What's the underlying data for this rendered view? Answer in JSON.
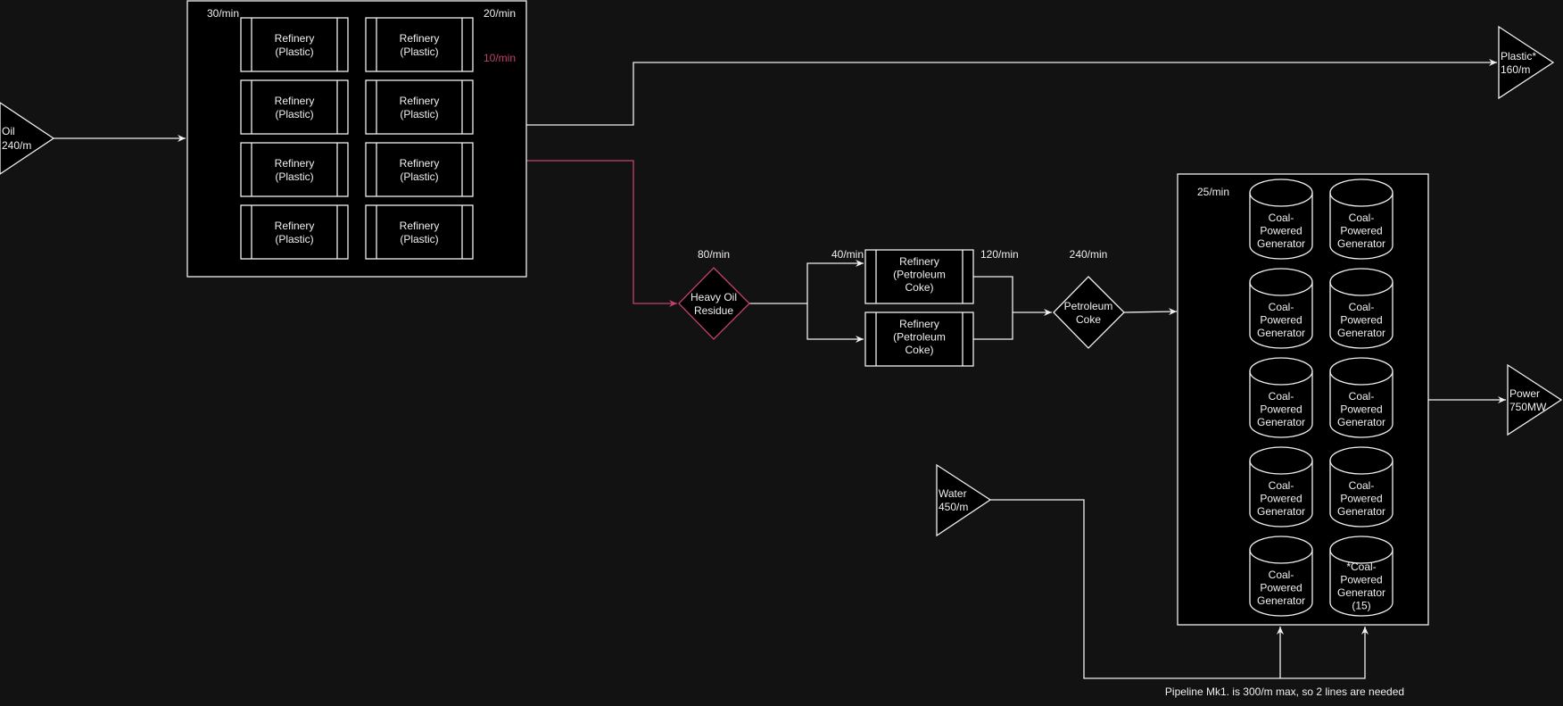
{
  "colors": {
    "background": "#121213",
    "node_fill": "#000000",
    "line": "#f0f0f0",
    "accent_pink": "#c2416e"
  },
  "inputs": {
    "oil": {
      "label": "Oil",
      "rate": "240/m"
    },
    "water": {
      "label": "Water",
      "rate": "450/m"
    }
  },
  "outputs": {
    "plastic": {
      "label": "Plastic*",
      "rate": "160/m"
    },
    "power": {
      "label": "Power",
      "rate": "750MW"
    }
  },
  "plastic_group": {
    "input_rate": "30/min",
    "output_rate": "20/min",
    "byproduct_rate": "10/min",
    "refineries": [
      {
        "line1": "Refinery",
        "line2": "(Plastic)"
      },
      {
        "line1": "Refinery",
        "line2": "(Plastic)"
      },
      {
        "line1": "Refinery",
        "line2": "(Plastic)"
      },
      {
        "line1": "Refinery",
        "line2": "(Plastic)"
      },
      {
        "line1": "Refinery",
        "line2": "(Plastic)"
      },
      {
        "line1": "Refinery",
        "line2": "(Plastic)"
      },
      {
        "line1": "Refinery",
        "line2": "(Plastic)"
      },
      {
        "line1": "Refinery",
        "line2": "(Plastic)"
      }
    ]
  },
  "heavy_oil": {
    "line1": "Heavy Oil",
    "line2": "Residue",
    "rate": "80/min"
  },
  "coke_refineries": {
    "input_rate": "40/min",
    "output_rate": "120/min",
    "items": [
      {
        "line1": "Refinery",
        "line2": "(Petroleum",
        "line3": "Coke)"
      },
      {
        "line1": "Refinery",
        "line2": "(Petroleum",
        "line3": "Coke)"
      }
    ]
  },
  "petroleum_coke": {
    "line1": "Petroleum",
    "line2": "Coke",
    "rate": "240/min"
  },
  "generator_group": {
    "input_rate": "25/min",
    "generators": [
      {
        "lines": [
          "Coal-",
          "Powered",
          "Generator"
        ]
      },
      {
        "lines": [
          "Coal-",
          "Powered",
          "Generator"
        ]
      },
      {
        "lines": [
          "Coal-",
          "Powered",
          "Generator"
        ]
      },
      {
        "lines": [
          "Coal-",
          "Powered",
          "Generator"
        ]
      },
      {
        "lines": [
          "Coal-",
          "Powered",
          "Generator"
        ]
      },
      {
        "lines": [
          "Coal-",
          "Powered",
          "Generator"
        ]
      },
      {
        "lines": [
          "Coal-",
          "Powered",
          "Generator"
        ]
      },
      {
        "lines": [
          "Coal-",
          "Powered",
          "Generator"
        ]
      },
      {
        "lines": [
          "Coal-",
          "Powered",
          "Generator"
        ]
      },
      {
        "lines": [
          "*Coal-",
          "Powered",
          "Generator",
          "(15)"
        ]
      }
    ]
  },
  "notes": {
    "pipeline": "Pipeline Mk1. is 300/m max, so 2 lines are needed"
  }
}
